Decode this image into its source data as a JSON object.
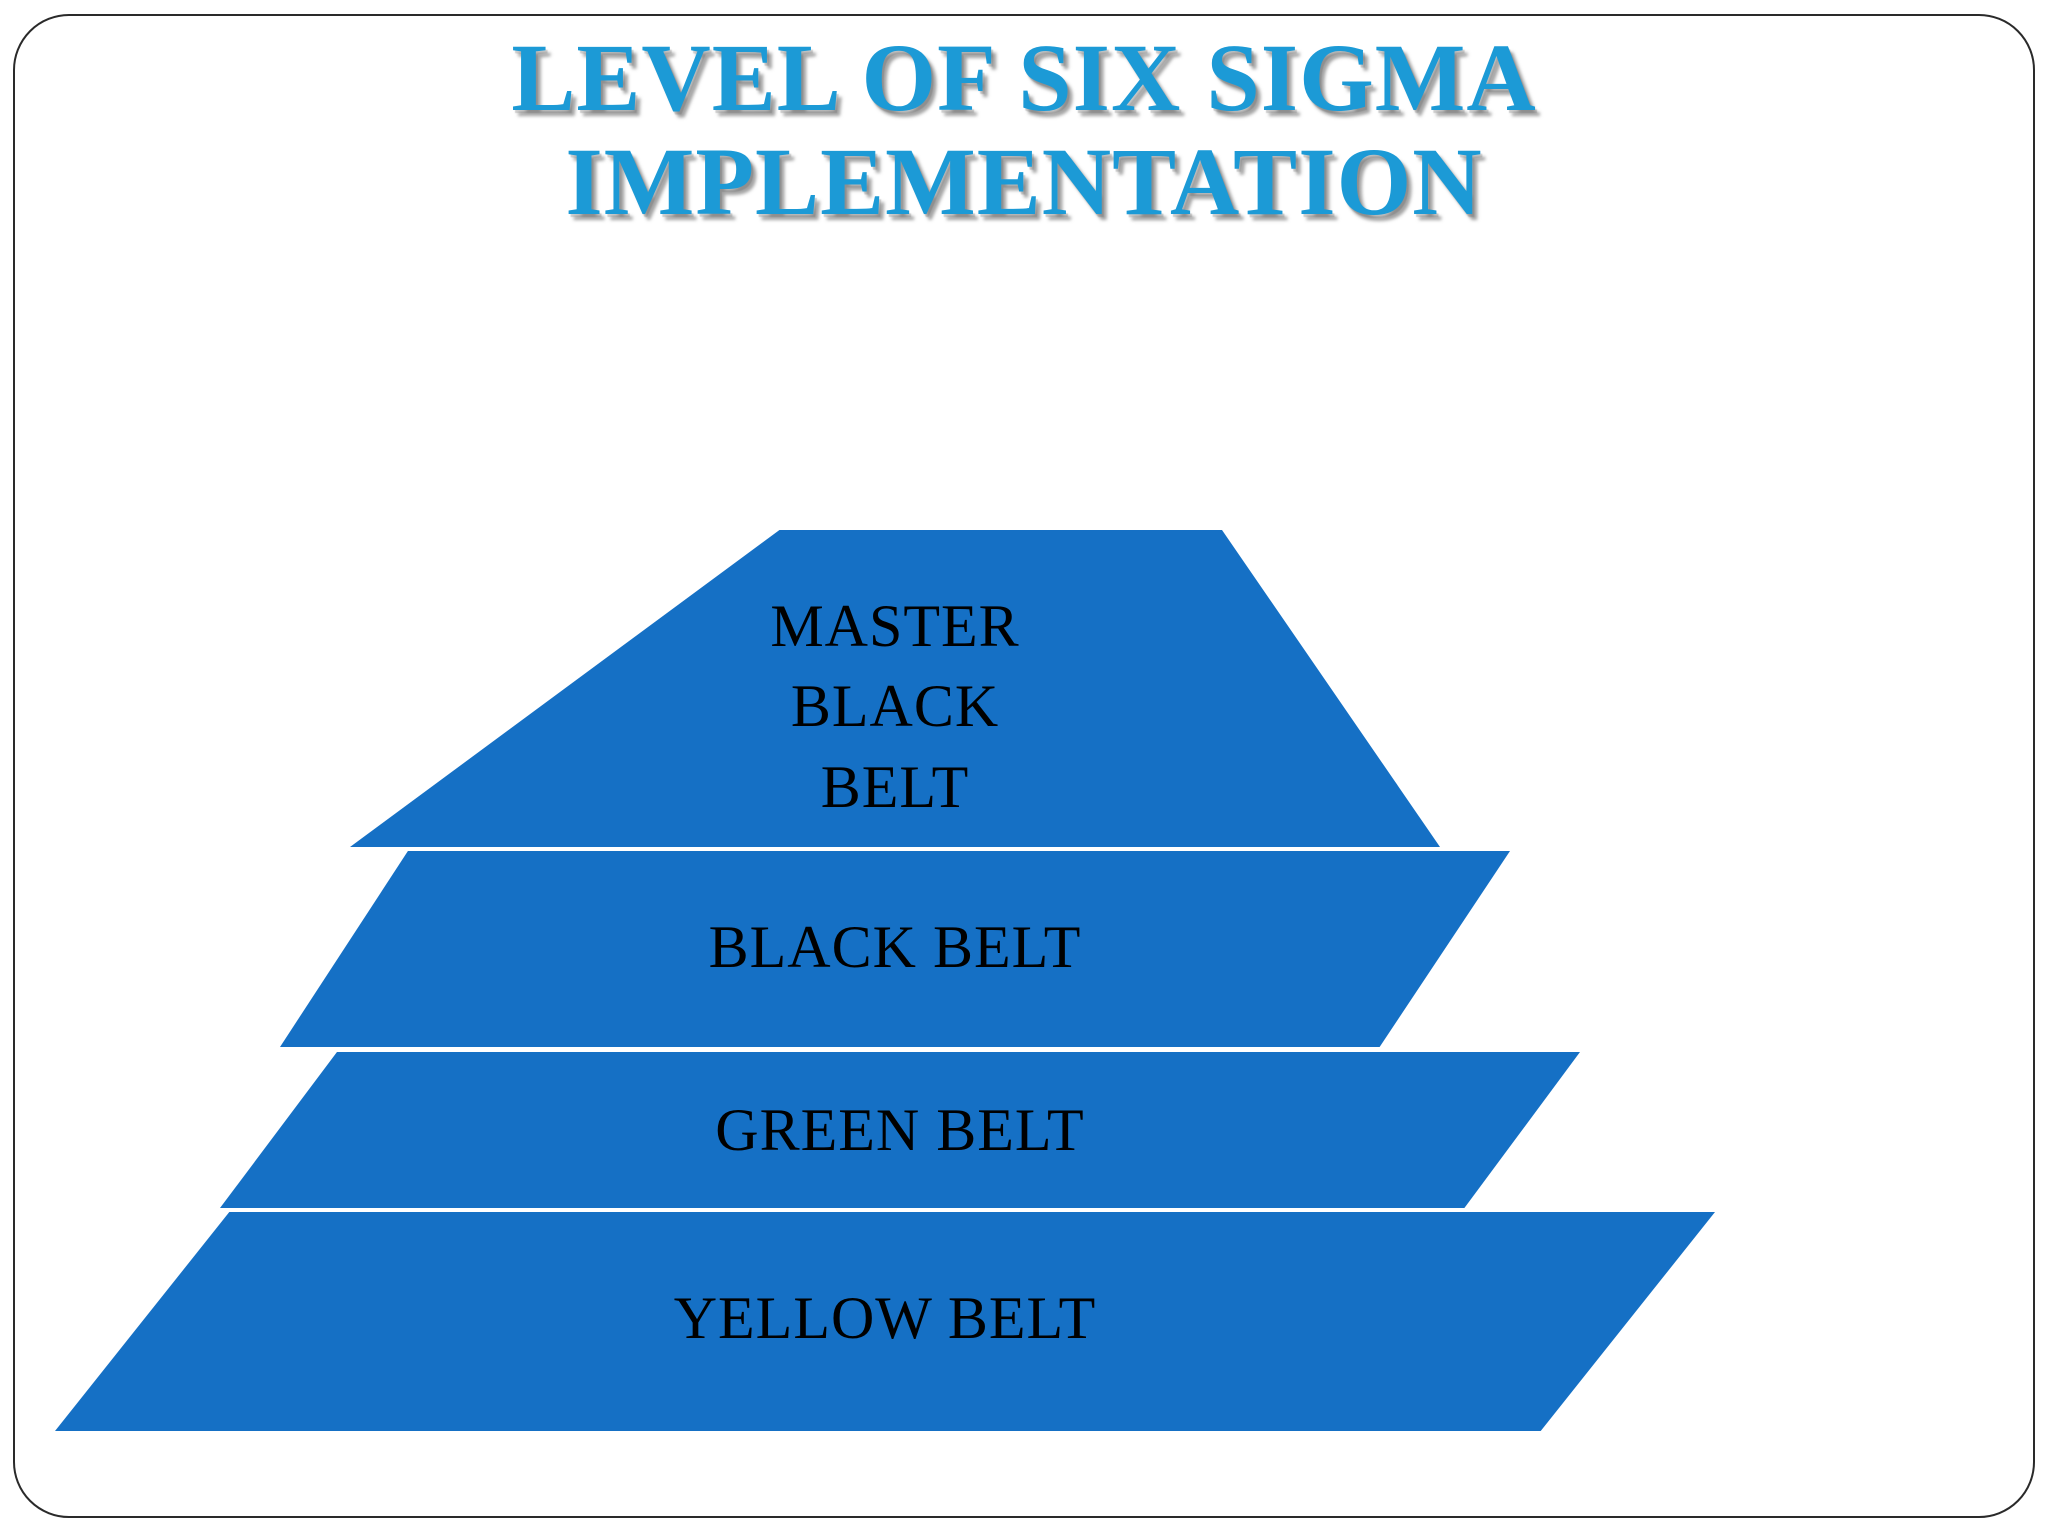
{
  "slide": {
    "title_lines": [
      "LEVEL OF SIX SIGMA",
      "IMPLEMENTATION"
    ],
    "title_color": "#1c9ad6",
    "background_color": "#ffffff",
    "border_color": "#2a2a2a"
  },
  "chart_data": {
    "type": "pyramid",
    "title": "LEVEL OF SIX SIGMA IMPLEMENTATION",
    "orientation": "top-narrow",
    "fill_color": "#1570c5",
    "label_color": "#000000",
    "levels": [
      {
        "rank": 1,
        "label": "MASTER\nBLACK\nBELT",
        "label_plain": "MASTER BLACK BELT",
        "relative_width": 0.28
      },
      {
        "rank": 2,
        "label": "BLACK BELT",
        "label_plain": "BLACK BELT",
        "relative_width": 0.55
      },
      {
        "rank": 3,
        "label": "GREEN BELT",
        "label_plain": "GREEN BELT",
        "relative_width": 0.72
      },
      {
        "rank": 4,
        "label": "YELLOW BELT",
        "label_plain": "YELLOW BELT",
        "relative_width": 1.0
      }
    ]
  }
}
